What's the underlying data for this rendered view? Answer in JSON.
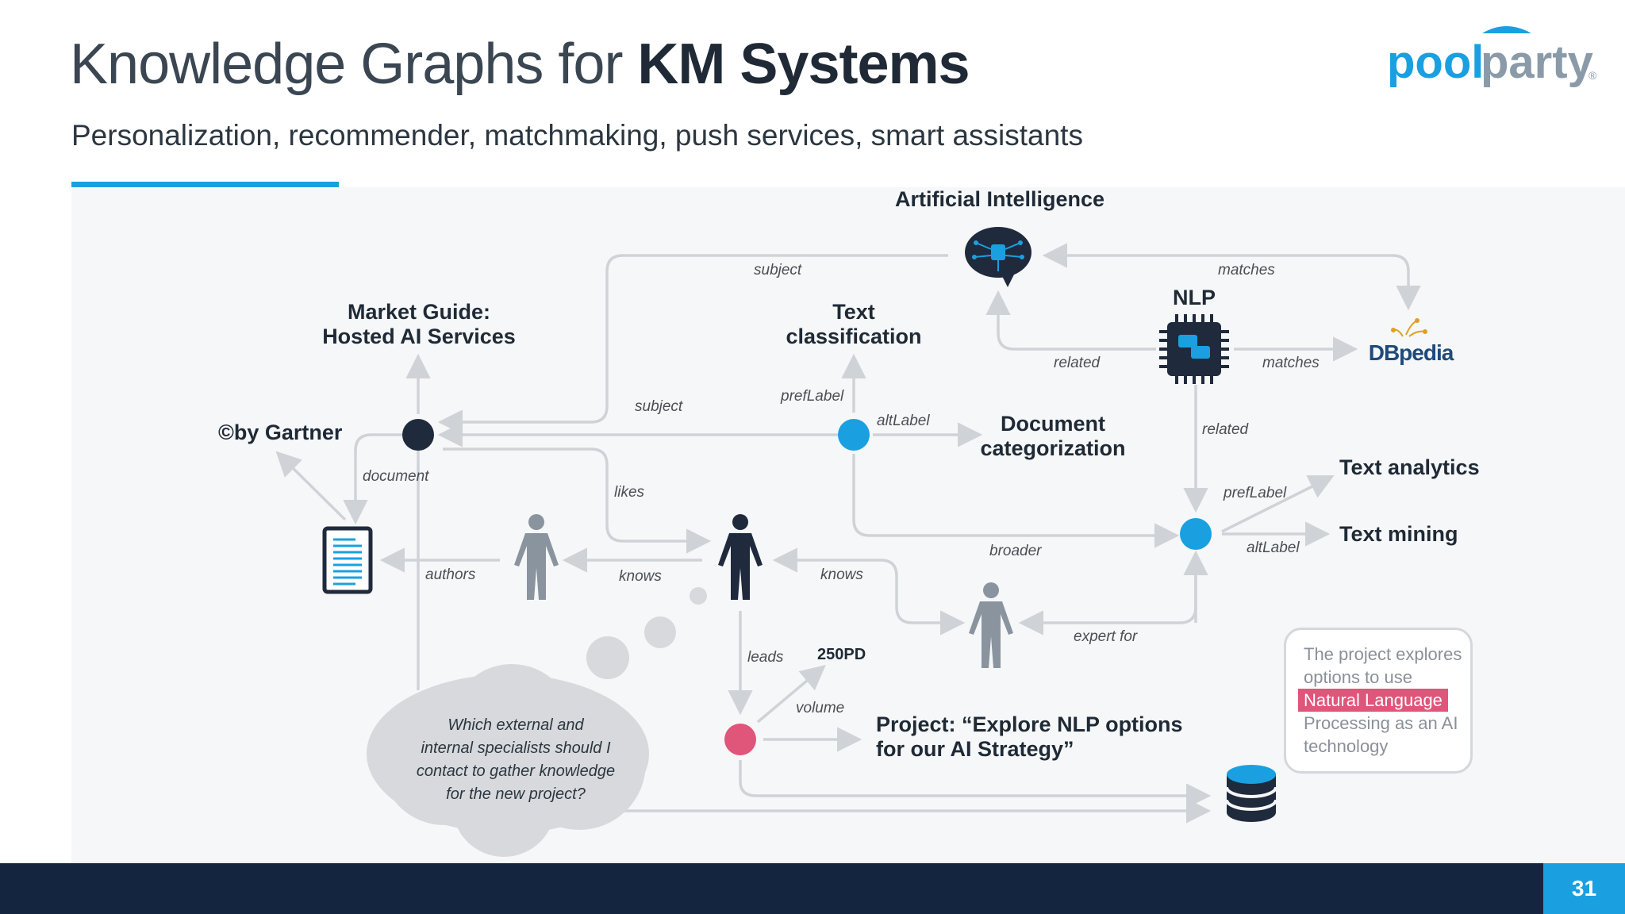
{
  "title": {
    "light": "Knowledge Graphs for ",
    "bold": "KM Systems"
  },
  "subtitle": "Personalization, recommender, matchmaking, push services, smart assistants",
  "logo": {
    "part1": "pool",
    "part2": "party",
    "mark": "®"
  },
  "page_number": "31",
  "colors": {
    "accent": "#1aa0e0",
    "navy": "#14263f",
    "node_dark": "#1f2a3d",
    "node_blue": "#1aa0e0",
    "node_pink": "#e0557a",
    "edge": "#cfd3d7"
  },
  "diagram": {
    "nodes": {
      "ai": "Artificial Intelligence",
      "nlp": "NLP",
      "market_guide_line1": "Market Guide:",
      "market_guide_line2": "Hosted AI Services",
      "text_class_line1": "Text",
      "text_class_line2": "classification",
      "doc_cat_line1": "Document",
      "doc_cat_line2": "categorization",
      "gartner": "©by Gartner",
      "text_analytics": "Text analytics",
      "text_mining": "Text mining",
      "pd": "250PD",
      "project_line1": "Project: “Explore NLP options",
      "project_line2": "for our AI Strategy”",
      "dbpedia": "DBpedia"
    },
    "edges": {
      "subject_top": "subject",
      "matches_top": "matches",
      "related_ai": "related",
      "matches_nlp": "matches",
      "subject_mid": "subject",
      "preflabel_tc": "prefLabel",
      "altlabel_dc": "altLabel",
      "related_nlp": "related",
      "document": "document",
      "likes": "likes",
      "preflabel_ta": "prefLabel",
      "altlabel_tm": "altLabel",
      "broader": "broader",
      "authors": "authors",
      "knows_left": "knows",
      "knows_right": "knows",
      "expert_for": "expert for",
      "leads": "leads",
      "volume": "volume"
    },
    "thought_bubble": [
      "Which external and",
      "internal specialists should I",
      "contact to gather knowledge",
      "for the new project?"
    ],
    "note": {
      "line1": "The project explores",
      "line2": "options to use",
      "highlight": "Natural Language",
      "line3": "Processing as an AI",
      "line4": "technology"
    }
  }
}
